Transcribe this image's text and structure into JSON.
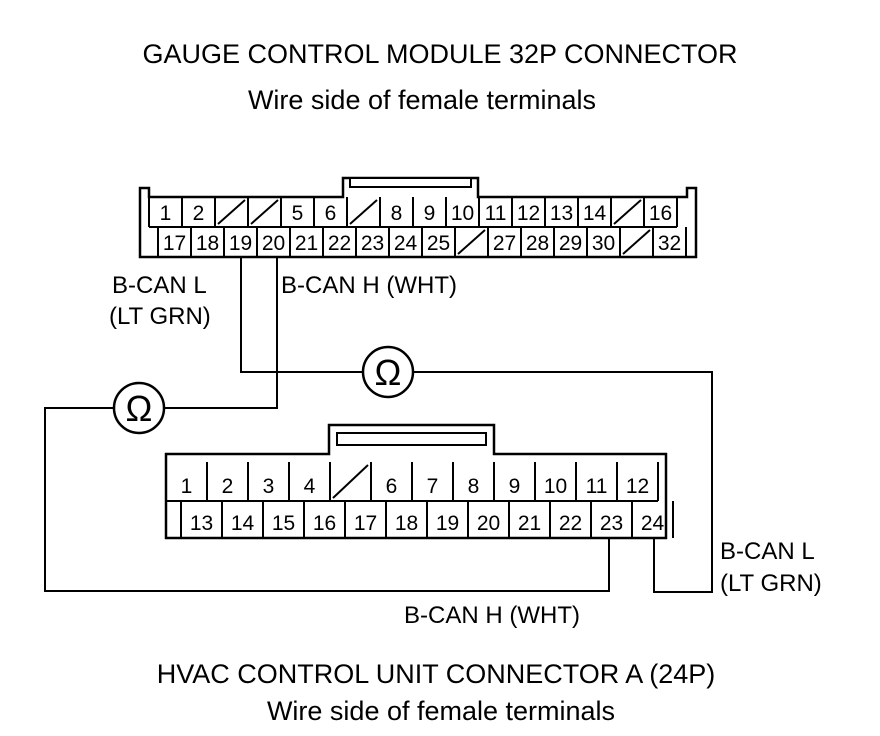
{
  "gauge": {
    "title": "GAUGE CONTROL MODULE 32P CONNECTOR",
    "subtitle": "Wire side of female terminals",
    "row1": [
      "1",
      "2",
      "",
      "",
      "5",
      "6",
      "",
      "8",
      "9",
      "10",
      "11",
      "12",
      "13",
      "14",
      "",
      "16"
    ],
    "row2": [
      "17",
      "18",
      "19",
      "20",
      "21",
      "22",
      "23",
      "24",
      "25",
      "",
      "27",
      "28",
      "29",
      "30",
      "",
      "32"
    ],
    "label_l": [
      "B-CAN L",
      "(LT GRN)"
    ],
    "label_h": "B-CAN H (WHT)"
  },
  "hvac": {
    "title": "HVAC CONTROL UNIT CONNECTOR A (24P)",
    "subtitle": "Wire side of female terminals",
    "row1": [
      "1",
      "2",
      "3",
      "4",
      "",
      "6",
      "7",
      "8",
      "9",
      "10",
      "11",
      "12"
    ],
    "row2": [
      "13",
      "14",
      "15",
      "16",
      "17",
      "18",
      "19",
      "20",
      "21",
      "22",
      "23",
      "24"
    ],
    "label_l": [
      "B-CAN L",
      "(LT GRN)"
    ],
    "label_h": "B-CAN H (WHT)"
  },
  "meters": [
    {
      "symbol": "Ω"
    },
    {
      "symbol": "Ω"
    }
  ]
}
